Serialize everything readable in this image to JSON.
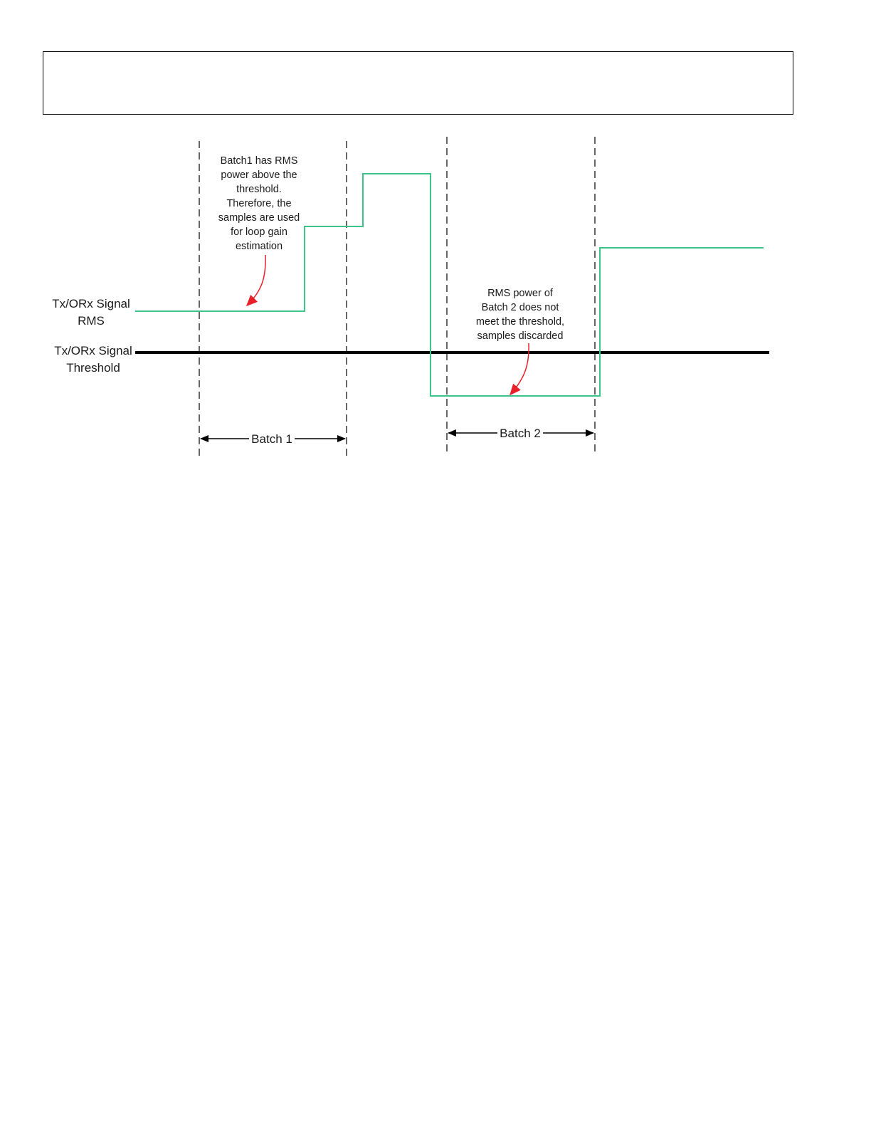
{
  "header": {
    "caption": ""
  },
  "diagram": {
    "labels": {
      "signal_rms": [
        "Tx/ORx Signal",
        "RMS"
      ],
      "signal_threshold": [
        "Tx/ORx Signal",
        "Threshold"
      ]
    },
    "batches": [
      {
        "label": "Batch 1"
      },
      {
        "label": "Batch 2"
      }
    ],
    "annotations": {
      "batch1_note": [
        "Batch1 has RMS",
        "power above the",
        "threshold.",
        "Therefore, the",
        "samples are used",
        "for loop gain",
        "estimation"
      ],
      "batch2_note": [
        "RMS power of",
        "Batch 2 does not",
        "meet the threshold,",
        "samples discarded"
      ]
    },
    "colors": {
      "signal": "#3cc48a",
      "threshold": "#000000",
      "arrow": "#e8202a",
      "guides": "#333333"
    }
  }
}
